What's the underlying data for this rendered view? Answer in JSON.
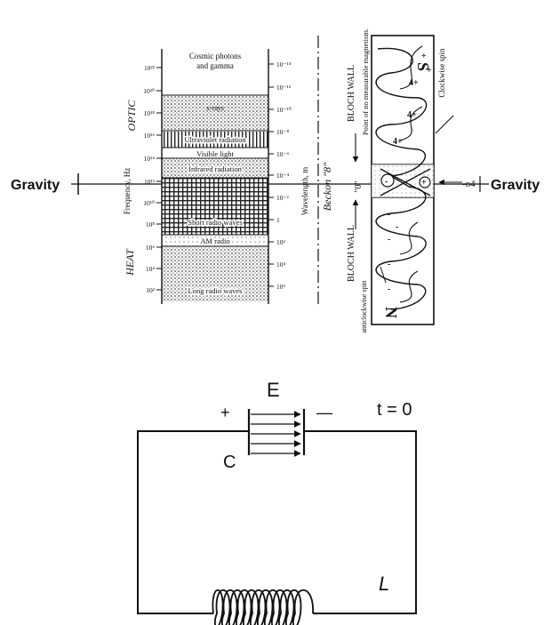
{
  "gravity_left": "Gravity",
  "gravity_right": "Gravity",
  "spectrum": {
    "top_label_line1": "Cosmic photons",
    "top_label_line2": "and gamma",
    "bands": [
      "x-rays",
      "Ultraviolet radiation",
      "Visible light",
      "Infrared radiation",
      "Short radio waves",
      "AM radio",
      "Long radio waves"
    ],
    "freq_ticks": [
      "10²²",
      "10²⁰",
      "10¹⁸",
      "10¹⁶",
      "10¹⁴",
      "10¹²",
      "10¹⁰",
      "10⁸",
      "10⁶",
      "10⁴",
      "10²"
    ],
    "wave_ticks": [
      "10⁻¹⁴",
      "10⁻¹²",
      "10⁻¹⁰",
      "10⁻⁸",
      "10⁻⁶",
      "10⁻⁴",
      "10⁻²",
      "1",
      "10²",
      "10⁴",
      "10⁶"
    ],
    "freq_axis_label": "Frequency, Hz",
    "wave_axis_label": "Wavelength, m",
    "optic_label": "OPTIC",
    "heat_label": "HEAT",
    "beckon_label": "Beckon \"8\""
  },
  "magnet": {
    "bloch_wall_upper": "BLOCH WALL",
    "bloch_wall_lower": "BLOCH WALL",
    "zero_label": "\"0\"",
    "no_magnetism": "Point of no measurable magnetism.",
    "clockwise": "Clockwise spin",
    "anticlockwise": "anticlockwise spin",
    "s_pole": "S",
    "n_pole": "N",
    "minus_four": "-o4",
    "plus_marks": [
      "+",
      "4+",
      "4+",
      "4+",
      "+",
      "+"
    ],
    "minus_marks": [
      "-",
      "-",
      "-",
      "-",
      "-",
      "-"
    ]
  },
  "circuit": {
    "field_label": "E",
    "plus": "+",
    "minus": "—",
    "time_label": "t = 0",
    "capacitor_label": "C",
    "inductor_label": "L"
  }
}
